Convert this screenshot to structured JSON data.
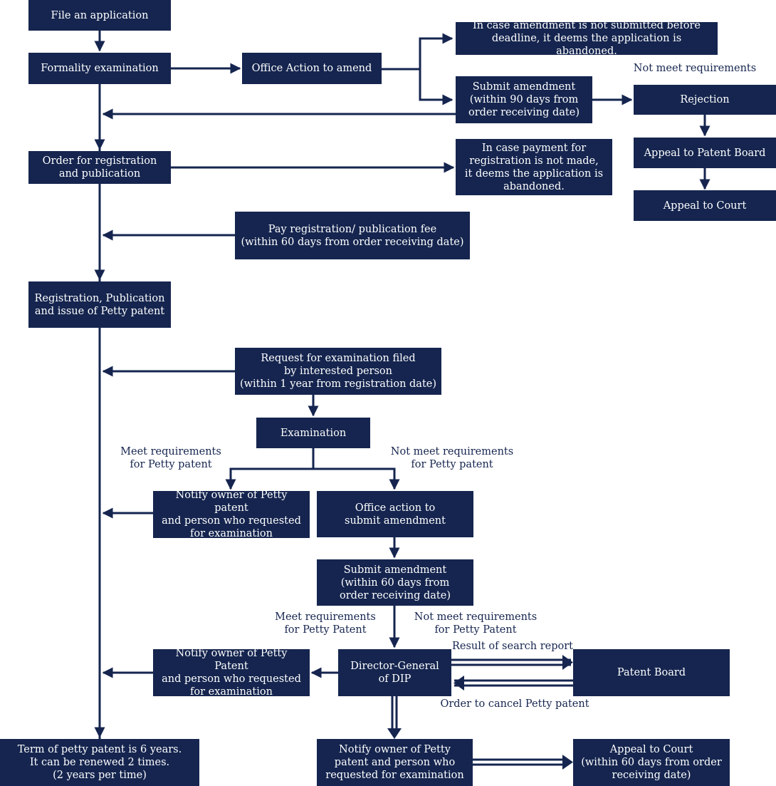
{
  "colors": {
    "box": "#15254f",
    "line": "#15254f",
    "text_on_box": "#ffffff",
    "label_text": "#15254f"
  },
  "boxes": {
    "file": "File an application",
    "formality": "Formality examination",
    "office_action_amend": "Office Action to amend",
    "amend_not_submitted": "In case amendment is not submitted before\ndeadline, it deems the application is abandoned.",
    "submit_amendment_90": "Submit amendment\n(within 90 days from\norder receiving date)",
    "rejection": "Rejection",
    "appeal_patent_board": "Appeal to Patent Board",
    "appeal_court_top": "Appeal to Court",
    "order_registration": "Order for registration\nand publication",
    "payment_not_made": "In case payment for\nregistration is not made,\nit deems the application is\nabandoned.",
    "pay_fee": "Pay registration/ publication fee\n(within 60 days from order receiving date)",
    "registration_issue": "Registration, Publication\nand issue of Petty patent",
    "request_exam": "Request for examination filed\nby interested person\n(within 1 year from registration date)",
    "examination": "Examination",
    "notify_owner_1": "Notify owner of Petty patent\nand person who requested\nfor examination",
    "office_action_submit": "Office action to\nsubmit amendment",
    "submit_amendment_60": "Submit amendment\n(within 60 days from\norder receiving date)",
    "notify_owner_2": "Notify owner of Petty Patent\nand person who requested\nfor examination",
    "director_general": "Director-General\nof DIP",
    "patent_board": "Patent Board",
    "term": "Term of petty patent  is 6 years.\nIt can be renewed 2 times.\n(2 years per time)",
    "notify_owner_3": "Notify owner of Petty\npatent and person who\nrequested for examination",
    "appeal_court_bottom": "Appeal to Court\n(within 60 days from order\nreceiving date)"
  },
  "labels": {
    "not_meet_top": "Not meet requirements",
    "meet_petty": "Meet requirements\nfor Petty patent",
    "not_meet_petty": "Not meet requirements\nfor Petty patent",
    "meet_petty_2": "Meet requirements\nfor Petty Patent",
    "not_meet_petty_2": "Not meet requirements\nfor Petty Patent",
    "search_report": "Result of search report",
    "order_cancel": "Order to cancel Petty patent"
  }
}
